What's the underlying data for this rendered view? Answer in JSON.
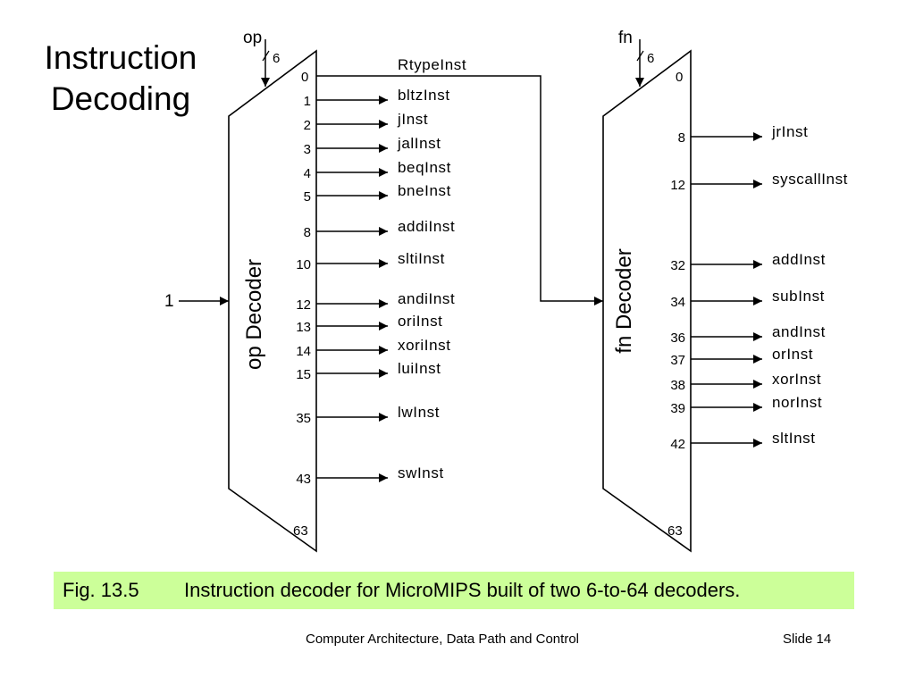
{
  "slide": {
    "title_lines": [
      "Instruction",
      "Decoding"
    ]
  },
  "diagram": {
    "constant_input": "1",
    "op_decoder": {
      "label": "op Decoder",
      "input_name": "op",
      "input_width": "6",
      "top_index": "0",
      "bottom_index": "63",
      "rtype_output": {
        "index": "0",
        "signal": "RtypeInst"
      },
      "outputs": [
        {
          "index": "1",
          "signal": "bltzInst"
        },
        {
          "index": "2",
          "signal": "jInst"
        },
        {
          "index": "3",
          "signal": "jalInst"
        },
        {
          "index": "4",
          "signal": "beqInst"
        },
        {
          "index": "5",
          "signal": "bneInst"
        },
        {
          "index": "8",
          "signal": "addiInst"
        },
        {
          "index": "10",
          "signal": "sltiInst"
        },
        {
          "index": "12",
          "signal": "andiInst"
        },
        {
          "index": "13",
          "signal": "oriInst"
        },
        {
          "index": "14",
          "signal": "xoriInst"
        },
        {
          "index": "15",
          "signal": "luiInst"
        },
        {
          "index": "35",
          "signal": "lwInst"
        },
        {
          "index": "43",
          "signal": "swInst"
        }
      ]
    },
    "fn_decoder": {
      "label": "fn Decoder",
      "input_name": "fn",
      "input_width": "6",
      "top_index": "0",
      "bottom_index": "63",
      "outputs": [
        {
          "index": "8",
          "signal": "jrInst"
        },
        {
          "index": "12",
          "signal": "syscallInst"
        },
        {
          "index": "32",
          "signal": "addInst"
        },
        {
          "index": "34",
          "signal": "subInst"
        },
        {
          "index": "36",
          "signal": "andInst"
        },
        {
          "index": "37",
          "signal": "orInst"
        },
        {
          "index": "38",
          "signal": "xorInst"
        },
        {
          "index": "39",
          "signal": "norInst"
        },
        {
          "index": "42",
          "signal": "sltInst"
        }
      ]
    }
  },
  "caption": {
    "figure_number": "Fig. 13.5",
    "text": "Instruction decoder for MicroMIPS built of two 6-to-64 decoders.",
    "background_color": "#ccff99"
  },
  "footer": {
    "course": "Computer Architecture, Data Path and Control",
    "slide_number": "Slide 14"
  }
}
